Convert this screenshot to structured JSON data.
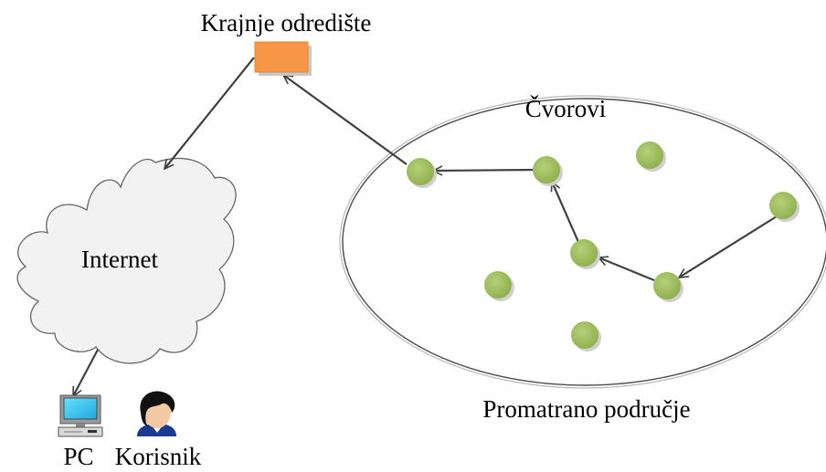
{
  "labels": {
    "destination": "Krajnje odredište",
    "nodes": "Čvorovi",
    "internet": "Internet",
    "area": "Promatrano područje",
    "pc": "PC",
    "user": "Korisnik"
  },
  "colors": {
    "node_fill": "#9bbb59",
    "destination_fill": "#f79646",
    "cloud_fill": "#f2f2f2",
    "arrow": "#404040",
    "screen": "#33ccff"
  }
}
